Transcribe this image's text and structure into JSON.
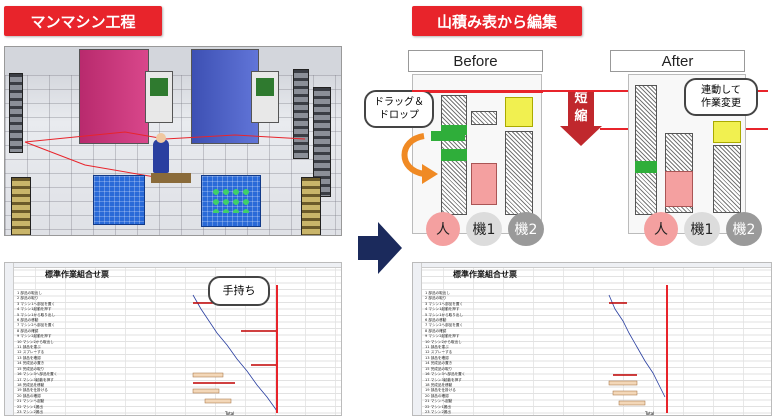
{
  "titles": {
    "left": "マンマシン工程",
    "right": "山積み表から編集"
  },
  "panels": {
    "before": "Before",
    "after": "After"
  },
  "labels": {
    "drag_drop_line1": "ドラッグ＆",
    "drag_drop_line2": "ドロップ",
    "shorten_line1": "短",
    "shorten_line2": "縮",
    "linked_line1": "連動して",
    "linked_line2": "作業変更",
    "waiting": "手持ち"
  },
  "actors": [
    "人",
    "機1",
    "機2"
  ],
  "sheet": {
    "title": "標準作業組合せ票",
    "total_label": "Total",
    "tasks": [
      "部品の取出し",
      "部品の取り",
      "マシン1へ部品を置く",
      "マシン1起動を押す",
      "マシン1から取り出し",
      "部品の移動",
      "マシン2へ部品を置く",
      "部品の確認",
      "マシン2起動を押す",
      "マシン2から取出し",
      "部品を運ぶ",
      "スプレーする",
      "部品を確認",
      "完成品の置き",
      "完成品の取り",
      "マシン3へ部品を置く",
      "マシン3起動を押す",
      "完成品を移動",
      "部品を仕掛ける",
      "部品の確認",
      "マシンへ起動",
      "マシン1搬出",
      "マシン2搬出",
      "マシン3搬出",
      "完了"
    ]
  },
  "colors": {
    "accent_red": "#e8242b",
    "arrow_navy": "#1b2a5c",
    "machine_pink": "#c8357a",
    "machine_blue": "#4f63c9",
    "bar_green": "#2fae3a",
    "bar_yellow": "#f1f050",
    "bar_pink": "#f4a0a0"
  }
}
